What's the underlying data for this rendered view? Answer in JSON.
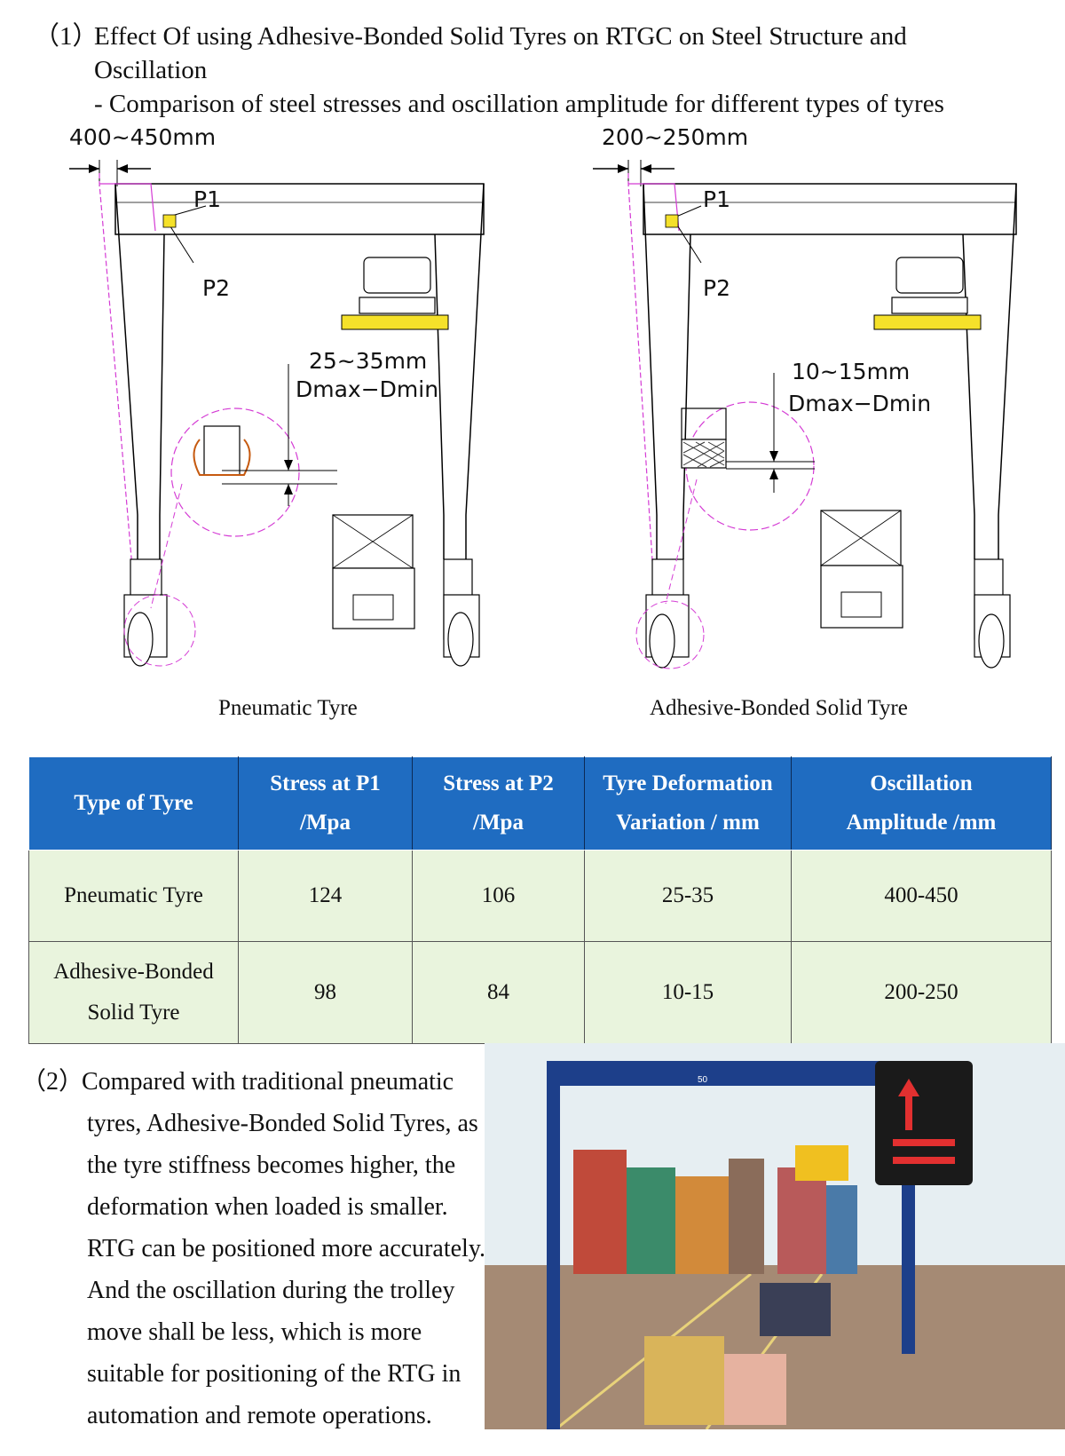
{
  "heading": {
    "number": "（1）",
    "line1": "Effect Of using Adhesive-Bonded Solid Tyres on RTGC on Steel Structure and",
    "line2": "Oscillation",
    "line3": "- Comparison of steel stresses and oscillation amplitude for different types of tyres"
  },
  "left_diagram": {
    "gap_label": "400~450mm",
    "p1": "P1",
    "p2": "P2",
    "deform_label": "25~35mm",
    "deform_sub": "Dmax−Dmin",
    "caption": "Pneumatic Tyre"
  },
  "right_diagram": {
    "gap_label": "200~250mm",
    "p1": "P1",
    "p2": "P2",
    "deform_label": "10~15mm",
    "deform_sub": "Dmax−Dmin",
    "caption": "Adhesive-Bonded Solid Tyre"
  },
  "table": {
    "headers": [
      {
        "l1": "Type of Tyre",
        "l2": ""
      },
      {
        "l1": "Stress at P1",
        "l2": "/Mpa"
      },
      {
        "l1": "Stress at P2",
        "l2": "/Mpa"
      },
      {
        "l1": "Tyre  Deformation",
        "l2": "Variation / mm"
      },
      {
        "l1": "Oscillation",
        "l2": "Amplitude /mm"
      }
    ],
    "rows": [
      {
        "type_l1": "Pneumatic Tyre",
        "type_l2": "",
        "p1": "124",
        "p2": "106",
        "deform": "25-35",
        "osc": "400-450"
      },
      {
        "type_l1": "Adhesive-Bonded",
        "type_l2": "Solid Tyre",
        "p1": "98",
        "p2": "84",
        "deform": "10-15",
        "osc": "200-250"
      }
    ]
  },
  "paragraph": {
    "number": "（2）",
    "lines": [
      "Compared with traditional pneumatic",
      "tyres, Adhesive-Bonded Solid Tyres, as",
      "the tyre stiffness becomes higher, the",
      "deformation when loaded is smaller.",
      "RTG can be positioned more accurately.",
      "And the oscillation during the trolley",
      "move shall be less, which is more",
      "suitable for positioning of the RTG in",
      "automation and remote operations."
    ]
  },
  "photo": {
    "crane_sign": "50",
    "colors": {
      "crane": "#1d3f8a",
      "sky": "#e6eef2",
      "ground": "#a58a74",
      "led": "#e23030"
    }
  }
}
